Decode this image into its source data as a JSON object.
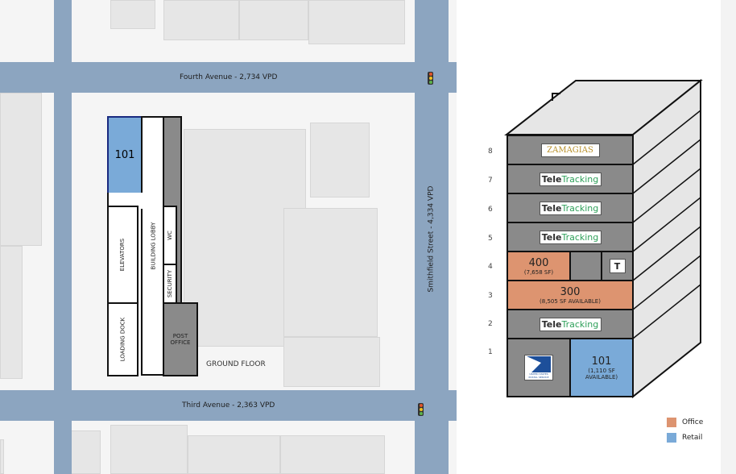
{
  "streets": {
    "fourth_avenue": "Fourth Avenue - 2,734 VPD",
    "third_avenue": "Third Avenue - 2,363 VPD",
    "smithfield_street": "Smithfield Street - 4,334 VPD"
  },
  "ground_floor": {
    "title": "GROUND FLOOR",
    "rooms": {
      "retail_101": "101",
      "elevators": "ELEVATORS",
      "building_lobby": "BUILDING LOBBY",
      "wc": "WC",
      "security": "SECURITY",
      "loading_dock": "LOADING DOCK",
      "post_office": "POST\nOFFICE"
    }
  },
  "stack": {
    "floors": [
      "8",
      "7",
      "6",
      "5",
      "4",
      "3",
      "2",
      "1"
    ],
    "tenants": {
      "zamagias": "ZAMAGIAS",
      "teletracking_a": "Tele",
      "teletracking_b": "Tracking",
      "teletracking_mark": "T",
      "usps": "UNITED STATES POSTAL SERVICE"
    },
    "suite_400": {
      "number": "400",
      "size": "(7,658 SF)"
    },
    "suite_300": {
      "number": "300",
      "size": "(8,505 SF AVAILABLE)"
    },
    "suite_101": {
      "number": "101",
      "size": "(1,110 SF AVAILABLE)"
    }
  },
  "legend": {
    "items": [
      {
        "label": "Office",
        "color": "#dd9470"
      },
      {
        "label": "Retail",
        "color": "#7aaad8"
      }
    ]
  },
  "colors": {
    "road": "#8ca5c0",
    "occupied": "#8a8a8a",
    "office": "#dd9470",
    "retail": "#7aaad8"
  }
}
